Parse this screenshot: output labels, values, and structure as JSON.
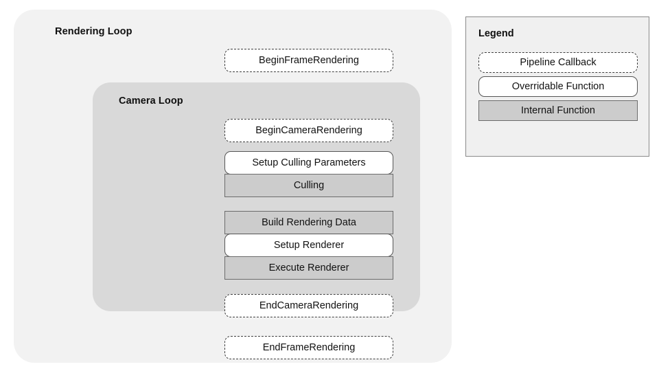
{
  "diagram": {
    "outer_loop": {
      "title": "Rendering Loop",
      "background_color": "#f2f2f2"
    },
    "inner_loop": {
      "title": "Camera Loop",
      "background_color": "#d9d9d9"
    },
    "nodes": [
      {
        "label": "BeginFrameRendering",
        "kind": "callback",
        "scope": "rendering-loop"
      },
      {
        "label": "BeginCameraRendering",
        "kind": "callback",
        "scope": "camera-loop"
      },
      {
        "label": "Setup Culling Parameters",
        "kind": "overridable",
        "scope": "camera-loop"
      },
      {
        "label": "Culling",
        "kind": "internal",
        "scope": "camera-loop"
      },
      {
        "label": "Build Rendering Data",
        "kind": "internal",
        "scope": "camera-loop"
      },
      {
        "label": "Setup Renderer",
        "kind": "overridable",
        "scope": "camera-loop"
      },
      {
        "label": "Execute Renderer",
        "kind": "internal",
        "scope": "camera-loop"
      },
      {
        "label": "EndCameraRendering",
        "kind": "callback",
        "scope": "camera-loop"
      },
      {
        "label": "EndFrameRendering",
        "kind": "callback",
        "scope": "rendering-loop"
      }
    ]
  },
  "legend": {
    "title": "Legend",
    "items": [
      {
        "label": "Pipeline Callback",
        "kind": "callback",
        "fill": "#ffffff",
        "border": "dashed"
      },
      {
        "label": "Overridable Function",
        "kind": "overridable",
        "fill": "#ffffff",
        "border": "solid-rounded"
      },
      {
        "label": "Internal Function",
        "kind": "internal",
        "fill": "#cccccc",
        "border": "solid-square"
      }
    ],
    "background_color": "#f0f0f0"
  }
}
